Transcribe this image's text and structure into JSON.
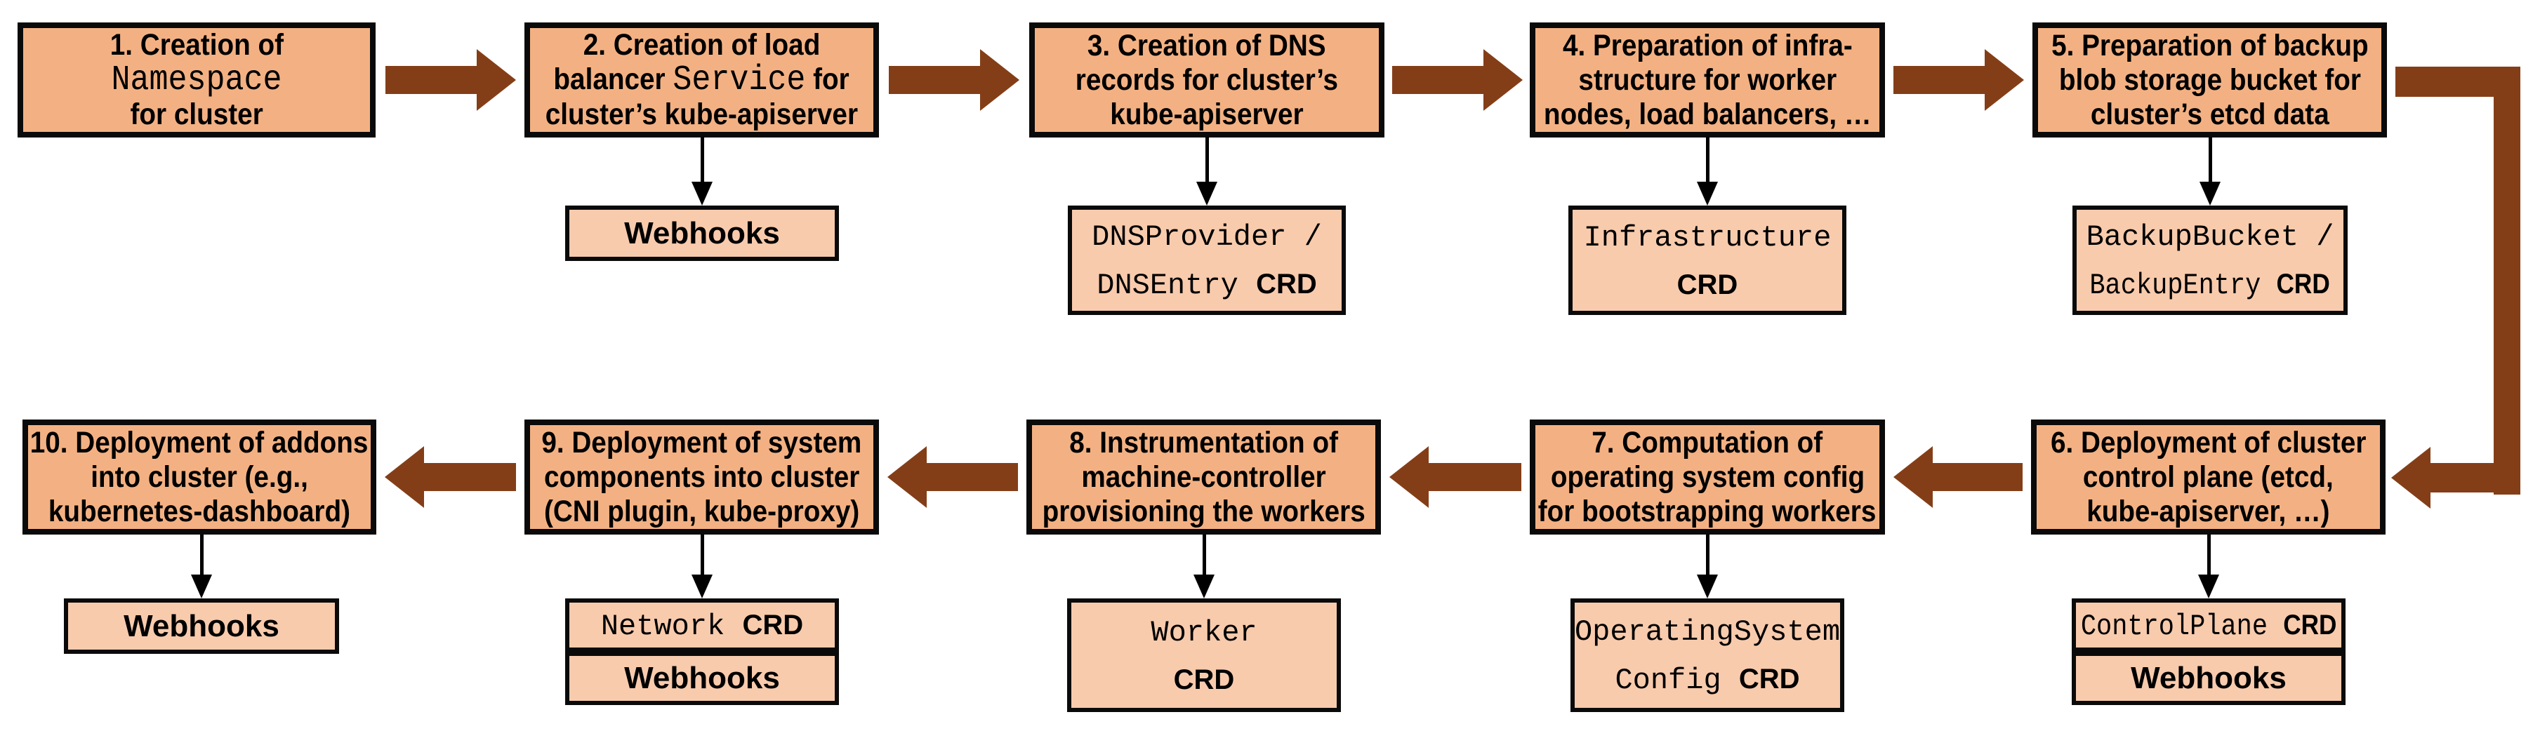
{
  "colors": {
    "main-fill": "#F3B183",
    "sub-fill": "#F8CBAD",
    "border": "#0A0A0A",
    "arrow": "#843E17",
    "bg": "#FFFFFF"
  },
  "steps": [
    {
      "lines": [
        [
          {
            "text": "1. Creation of",
            "style": "sans"
          }
        ],
        [
          {
            "text": "Namespace",
            "style": "mono"
          }
        ],
        [
          {
            "text": "for cluster",
            "style": "sans"
          }
        ]
      ],
      "subs": []
    },
    {
      "lines": [
        [
          {
            "text": "2. Creation of load",
            "style": "sans"
          }
        ],
        [
          {
            "text": "balancer ",
            "style": "sans"
          },
          {
            "text": "Service",
            "style": "mono"
          },
          {
            "text": " for",
            "style": "sans"
          }
        ],
        [
          {
            "text": "cluster’s kube-apiserver",
            "style": "sans"
          }
        ]
      ],
      "subs": [
        {
          "lines": [
            [
              {
                "text": "Webhooks",
                "style": "sans"
              }
            ]
          ]
        }
      ]
    },
    {
      "lines": [
        [
          {
            "text": "3. Creation of DNS",
            "style": "sans"
          }
        ],
        [
          {
            "text": "records for cluster’s",
            "style": "sans"
          }
        ],
        [
          {
            "text": "kube-apiserver",
            "style": "sans"
          }
        ]
      ],
      "subs": [
        {
          "lines": [
            [
              {
                "text": "DNSProvider /",
                "style": "mono"
              }
            ],
            [
              {
                "text": "DNSEntry ",
                "style": "mono"
              },
              {
                "text": "CRD",
                "style": "crd"
              }
            ]
          ]
        }
      ]
    },
    {
      "lines": [
        [
          {
            "text": "4. Preparation of infra-",
            "style": "sans"
          }
        ],
        [
          {
            "text": "structure for worker",
            "style": "sans"
          }
        ],
        [
          {
            "text": "nodes, load balancers, …",
            "style": "sans"
          }
        ]
      ],
      "subs": [
        {
          "lines": [
            [
              {
                "text": "Infrastructure",
                "style": "mono"
              }
            ],
            [
              {
                "text": "CRD",
                "style": "crd"
              }
            ]
          ]
        }
      ]
    },
    {
      "lines": [
        [
          {
            "text": "5. Preparation of backup",
            "style": "sans"
          }
        ],
        [
          {
            "text": "blob storage bucket for",
            "style": "sans"
          }
        ],
        [
          {
            "text": "cluster’s etcd data",
            "style": "sans"
          }
        ]
      ],
      "subs": [
        {
          "lines": [
            [
              {
                "text": "BackupBucket /",
                "style": "mono"
              }
            ],
            [
              {
                "text": "BackupEntry ",
                "style": "mono"
              },
              {
                "text": "CRD",
                "style": "crd"
              }
            ]
          ]
        }
      ]
    },
    {
      "lines": [
        [
          {
            "text": "6. Deployment of cluster",
            "style": "sans"
          }
        ],
        [
          {
            "text": "control plane (etcd,",
            "style": "sans"
          }
        ],
        [
          {
            "text": "kube-apiserver, …)",
            "style": "sans"
          }
        ]
      ],
      "subs": [
        {
          "lines": [
            [
              {
                "text": "ControlPlane ",
                "style": "mono"
              },
              {
                "text": "CRD",
                "style": "crd"
              }
            ]
          ]
        },
        {
          "lines": [
            [
              {
                "text": "Webhooks",
                "style": "sans"
              }
            ]
          ]
        }
      ]
    },
    {
      "lines": [
        [
          {
            "text": "7. Computation of",
            "style": "sans"
          }
        ],
        [
          {
            "text": "operating system config",
            "style": "sans"
          }
        ],
        [
          {
            "text": "for bootstrapping workers",
            "style": "sans"
          }
        ]
      ],
      "subs": [
        {
          "lines": [
            [
              {
                "text": "OperatingSystem",
                "style": "mono"
              }
            ],
            [
              {
                "text": "Config ",
                "style": "mono"
              },
              {
                "text": "CRD",
                "style": "crd"
              }
            ]
          ]
        }
      ]
    },
    {
      "lines": [
        [
          {
            "text": "8. Instrumentation of",
            "style": "sans"
          }
        ],
        [
          {
            "text": "machine-controller",
            "style": "sans"
          }
        ],
        [
          {
            "text": "provisioning the workers",
            "style": "sans"
          }
        ]
      ],
      "subs": [
        {
          "lines": [
            [
              {
                "text": "Worker",
                "style": "mono"
              }
            ],
            [
              {
                "text": "CRD",
                "style": "crd"
              }
            ]
          ]
        }
      ]
    },
    {
      "lines": [
        [
          {
            "text": "9. Deployment of system",
            "style": "sans"
          }
        ],
        [
          {
            "text": "components into cluster",
            "style": "sans"
          }
        ],
        [
          {
            "text": "(CNI plugin, kube-proxy)",
            "style": "sans"
          }
        ]
      ],
      "subs": [
        {
          "lines": [
            [
              {
                "text": "Network ",
                "style": "mono"
              },
              {
                "text": "CRD",
                "style": "crd"
              }
            ]
          ]
        },
        {
          "lines": [
            [
              {
                "text": "Webhooks",
                "style": "sans"
              }
            ]
          ]
        }
      ]
    },
    {
      "lines": [
        [
          {
            "text": "10. Deployment of addons",
            "style": "sans"
          }
        ],
        [
          {
            "text": "into cluster (e.g.,",
            "style": "sans"
          }
        ],
        [
          {
            "text": "kubernetes-dashboard)",
            "style": "sans"
          }
        ]
      ],
      "subs": [
        {
          "lines": [
            [
              {
                "text": "Webhooks",
                "style": "sans"
              }
            ]
          ]
        }
      ]
    }
  ]
}
